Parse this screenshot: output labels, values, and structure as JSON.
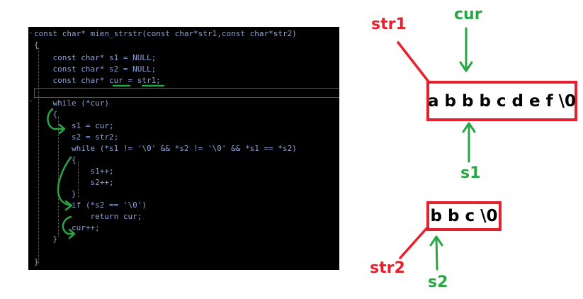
{
  "code": {
    "lines": [
      "const char* mien_strstr(const char*str1,const char*str2)",
      "{",
      "    const char* s1 = NULL;",
      "    const char* s2 = NULL;",
      "    const char* cur = str1;",
      "",
      "    while (*cur)",
      "    {",
      "        s1 = cur;",
      "        s2 = str2;",
      "        while (*s1 != '\\0' && *s2 != '\\0' && *s1 == *s2)",
      "        {",
      "            s1++;",
      "            s2++;",
      "        }",
      "        if (*s2 == '\\0')",
      "            return cur;",
      "        cur++;",
      "    }",
      "",
      "}"
    ]
  },
  "diagram": {
    "str1_label": "str1",
    "str2_label": "str2",
    "cur_label": "cur",
    "s1_label": "s1",
    "s2_label": "s2",
    "string1": "a b b b c d e f \\0",
    "string2": "b b c \\0",
    "colors": {
      "red": "#e8202c",
      "green": "#27a744"
    }
  }
}
